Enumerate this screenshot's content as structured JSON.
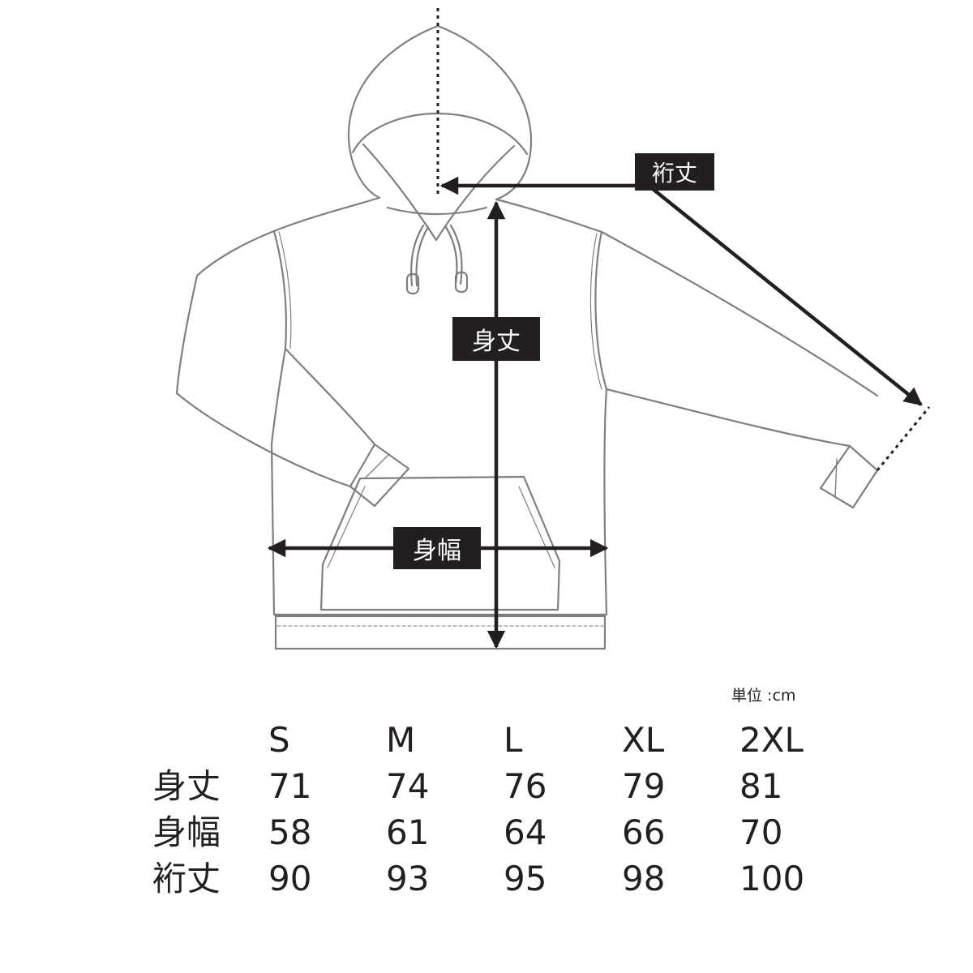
{
  "labels": {
    "sleeve": "裄丈",
    "body_length": "身丈",
    "body_width": "身幅"
  },
  "unit": "単位 :cm",
  "size_table": {
    "sizes": [
      "S",
      "M",
      "L",
      "XL",
      "2XL"
    ],
    "rows": [
      {
        "label": "身丈",
        "values": [
          "71",
          "74",
          "76",
          "79",
          "81"
        ]
      },
      {
        "label": "身幅",
        "values": [
          "58",
          "61",
          "64",
          "66",
          "70"
        ]
      },
      {
        "label": "裄丈",
        "values": [
          "90",
          "93",
          "95",
          "98",
          "100"
        ]
      }
    ]
  },
  "colors": {
    "outline": "#7f7f7f",
    "arrow": "#231f20",
    "label_bg": "#231f20",
    "label_text": "#ffffff"
  }
}
